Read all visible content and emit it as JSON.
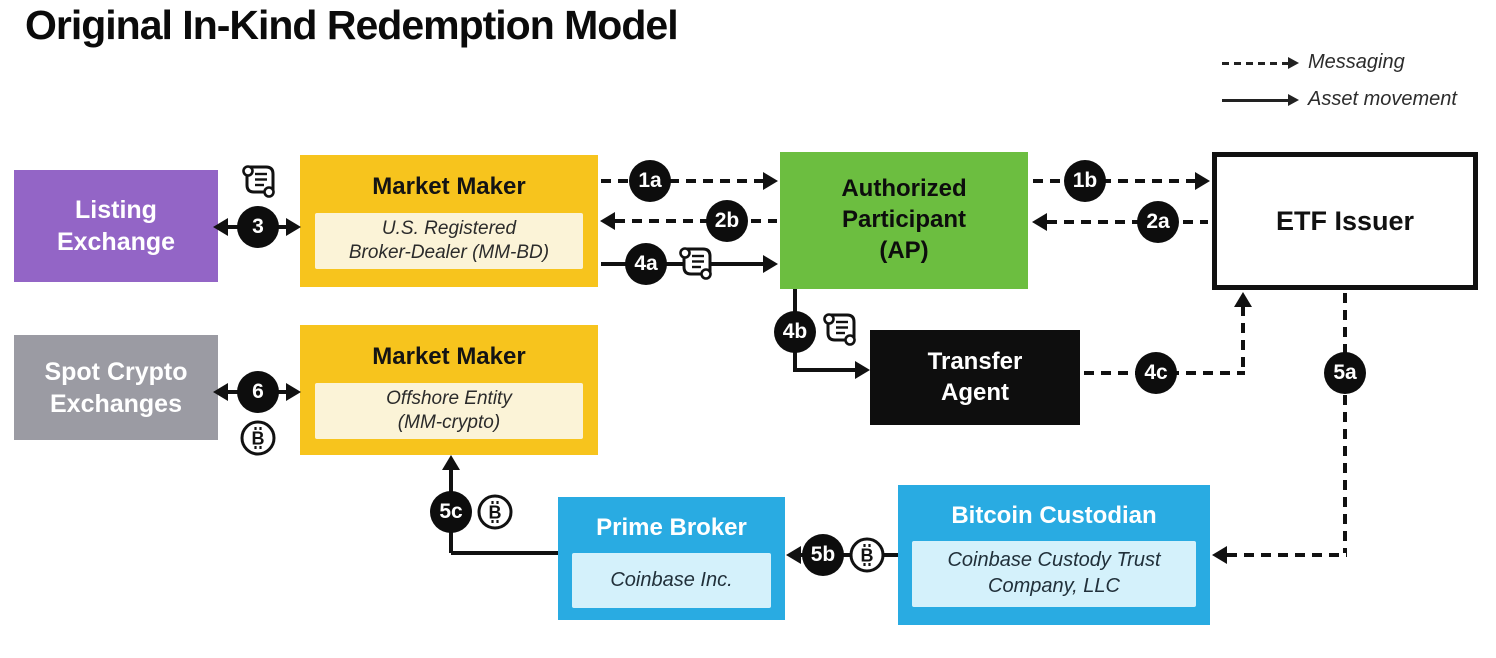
{
  "title": "Original In-Kind Redemption Model",
  "legend": {
    "messaging_label": "Messaging",
    "asset_movement_label": "Asset movement"
  },
  "nodes": {
    "listing_exchange": {
      "label": "Listing\nExchange",
      "color": "#9365C6"
    },
    "market_maker_bd": {
      "title": "Market Maker",
      "subtitle": "U.S. Registered\nBroker-Dealer (MM-BD)",
      "color": "#F7C41D",
      "subtitle_bg": "#FBF3D7"
    },
    "authorized_participant": {
      "label": "Authorized\nParticipant\n(AP)",
      "color": "#6CBE40"
    },
    "etf_issuer": {
      "label": "ETF Issuer",
      "color": "#FFFFFF",
      "border": "#111111"
    },
    "spot_crypto_exchanges": {
      "label": "Spot Crypto\nExchanges",
      "color": "#9B9BA3"
    },
    "market_maker_crypto": {
      "title": "Market Maker",
      "subtitle": "Offshore Entity\n(MM-crypto)",
      "color": "#F7C41D",
      "subtitle_bg": "#FBF3D7"
    },
    "transfer_agent": {
      "label": "Transfer\nAgent",
      "color": "#0E0E0E"
    },
    "prime_broker": {
      "title": "Prime Broker",
      "subtitle": "Coinbase Inc.",
      "color": "#29ABE2",
      "subtitle_bg": "#D4F1FB"
    },
    "bitcoin_custodian": {
      "title": "Bitcoin Custodian",
      "subtitle": "Coinbase Custody Trust\nCompany, LLC",
      "color": "#29ABE2",
      "subtitle_bg": "#D4F1FB"
    }
  },
  "steps": {
    "1a": "1a",
    "1b": "1b",
    "2a": "2a",
    "2b": "2b",
    "3": "3",
    "4a": "4a",
    "4b": "4b",
    "4c": "4c",
    "5a": "5a",
    "5b": "5b",
    "5c": "5c",
    "6": "6"
  },
  "icons": {
    "scroll": "document-scroll",
    "bitcoin_symbol": "₿"
  },
  "flows": [
    {
      "step": "1a",
      "type": "messaging",
      "from": "market_maker_bd",
      "to": "authorized_participant"
    },
    {
      "step": "1b",
      "type": "messaging",
      "from": "authorized_participant",
      "to": "etf_issuer"
    },
    {
      "step": "2a",
      "type": "messaging",
      "from": "etf_issuer",
      "to": "authorized_participant"
    },
    {
      "step": "2b",
      "type": "messaging",
      "from": "authorized_participant",
      "to": "market_maker_bd"
    },
    {
      "step": "3",
      "type": "asset",
      "from": "market_maker_bd",
      "to": "listing_exchange",
      "bidirectional": true,
      "icon": "scroll"
    },
    {
      "step": "4a",
      "type": "asset",
      "from": "market_maker_bd",
      "to": "authorized_participant",
      "icon": "scroll"
    },
    {
      "step": "4b",
      "type": "asset",
      "from": "authorized_participant",
      "to": "transfer_agent",
      "icon": "scroll"
    },
    {
      "step": "4c",
      "type": "messaging",
      "from": "transfer_agent",
      "to": "etf_issuer"
    },
    {
      "step": "5a",
      "type": "messaging",
      "from": "etf_issuer",
      "to": "bitcoin_custodian"
    },
    {
      "step": "5b",
      "type": "asset",
      "from": "bitcoin_custodian",
      "to": "prime_broker",
      "icon": "bitcoin"
    },
    {
      "step": "5c",
      "type": "asset",
      "from": "prime_broker",
      "to": "market_maker_crypto",
      "icon": "bitcoin"
    },
    {
      "step": "6",
      "type": "asset",
      "from": "market_maker_crypto",
      "to": "spot_crypto_exchanges",
      "bidirectional": true,
      "icon": "bitcoin"
    }
  ]
}
